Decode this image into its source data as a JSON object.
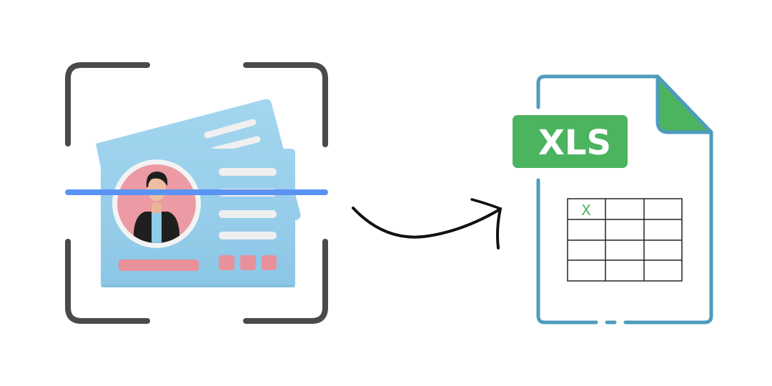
{
  "scene": {
    "description": "ID card scanning converted to spreadsheet file",
    "background": "#ffffff"
  },
  "scanner": {
    "bracket_color": "#4a4a4a",
    "scan_line_color": "#5b93f5",
    "card_color": "#93cdea",
    "card_back_color": "#9ad1ec",
    "line_color": "#eeeeee",
    "accent_color": "#e8919b",
    "photo_bg": "#ec9aa3",
    "photo_ring": "#f2f2f2"
  },
  "arrow": {
    "color": "#111111",
    "direction": "right"
  },
  "file_icon": {
    "badge_label": "XLS",
    "badge_color": "#4cb35f",
    "badge_text_color": "#ffffff",
    "outline_color": "#4e9bbd",
    "fold_color": "#4cb35f",
    "grid": {
      "rows": 4,
      "cols": 3,
      "first_cell_mark": "X",
      "mark_color": "#4cb35f",
      "line_color": "#222222"
    }
  }
}
